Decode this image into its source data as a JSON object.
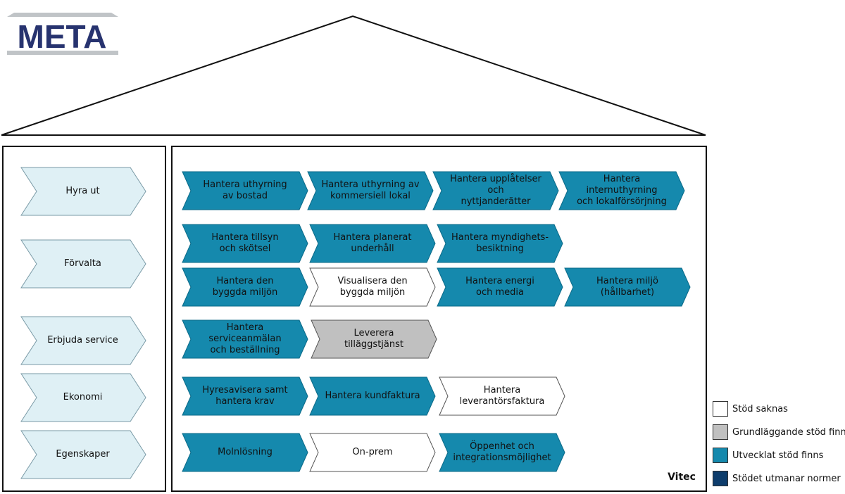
{
  "logo": {
    "text": "META"
  },
  "colors": {
    "none": "#ffffff",
    "basic": "#c0c0c0",
    "developed": "#1589ad",
    "challenges": "#0e3d6c",
    "left_fill": "#dff0f5",
    "left_stroke": "#7a9aa6",
    "logo_text": "#27336f",
    "logo_bar": "#c0c4c7"
  },
  "left_column": [
    {
      "label": "Hyra ut"
    },
    {
      "label": "Förvalta"
    },
    {
      "label": "Erbjuda service"
    },
    {
      "label": "Ekonomi"
    },
    {
      "label": "Egenskaper"
    }
  ],
  "processes": [
    {
      "label": "Hantera uthyrning\nav bostad",
      "status": "developed"
    },
    {
      "label": "Hantera uthyrning av\nkommersiell lokal",
      "status": "developed"
    },
    {
      "label": "Hantera upplåtelser och\nnyttjanderätter",
      "status": "developed"
    },
    {
      "label": "Hantera internuthyrning\noch lokalförsörjning",
      "status": "developed"
    },
    {
      "label": "Hantera tillsyn\noch skötsel",
      "status": "developed"
    },
    {
      "label": "Hantera planerat\nunderhåll",
      "status": "developed"
    },
    {
      "label": "Hantera myndighets-\nbesiktning",
      "status": "developed"
    },
    {
      "label": "Hantera den\nbyggda miljön",
      "status": "developed"
    },
    {
      "label": "Visualisera den\nbyggda miljön",
      "status": "none"
    },
    {
      "label": "Hantera energi\noch media",
      "status": "developed"
    },
    {
      "label": "Hantera miljö\n(hållbarhet)",
      "status": "developed"
    },
    {
      "label": "Hantera serviceanmälan\noch beställning",
      "status": "developed"
    },
    {
      "label": "Leverera\ntilläggstjänst",
      "status": "basic"
    },
    {
      "label": "Hyresavisera samt\nhantera krav",
      "status": "developed"
    },
    {
      "label": "Hantera kundfaktura",
      "status": "developed"
    },
    {
      "label": "Hantera\nleverantörsfaktura",
      "status": "none"
    },
    {
      "label": "Molnlösning",
      "status": "developed"
    },
    {
      "label": "On-prem",
      "status": "none"
    },
    {
      "label": "Öppenhet och\nintegrationsmöjlighet",
      "status": "developed"
    }
  ],
  "vendor": "Vitec",
  "legend": [
    {
      "label": "Stöd saknas",
      "status": "none"
    },
    {
      "label": "Grundläggande stöd finns",
      "status": "basic"
    },
    {
      "label": "Utvecklat stöd finns",
      "status": "developed"
    },
    {
      "label": "Stödet utmanar normer",
      "status": "challenges"
    }
  ]
}
